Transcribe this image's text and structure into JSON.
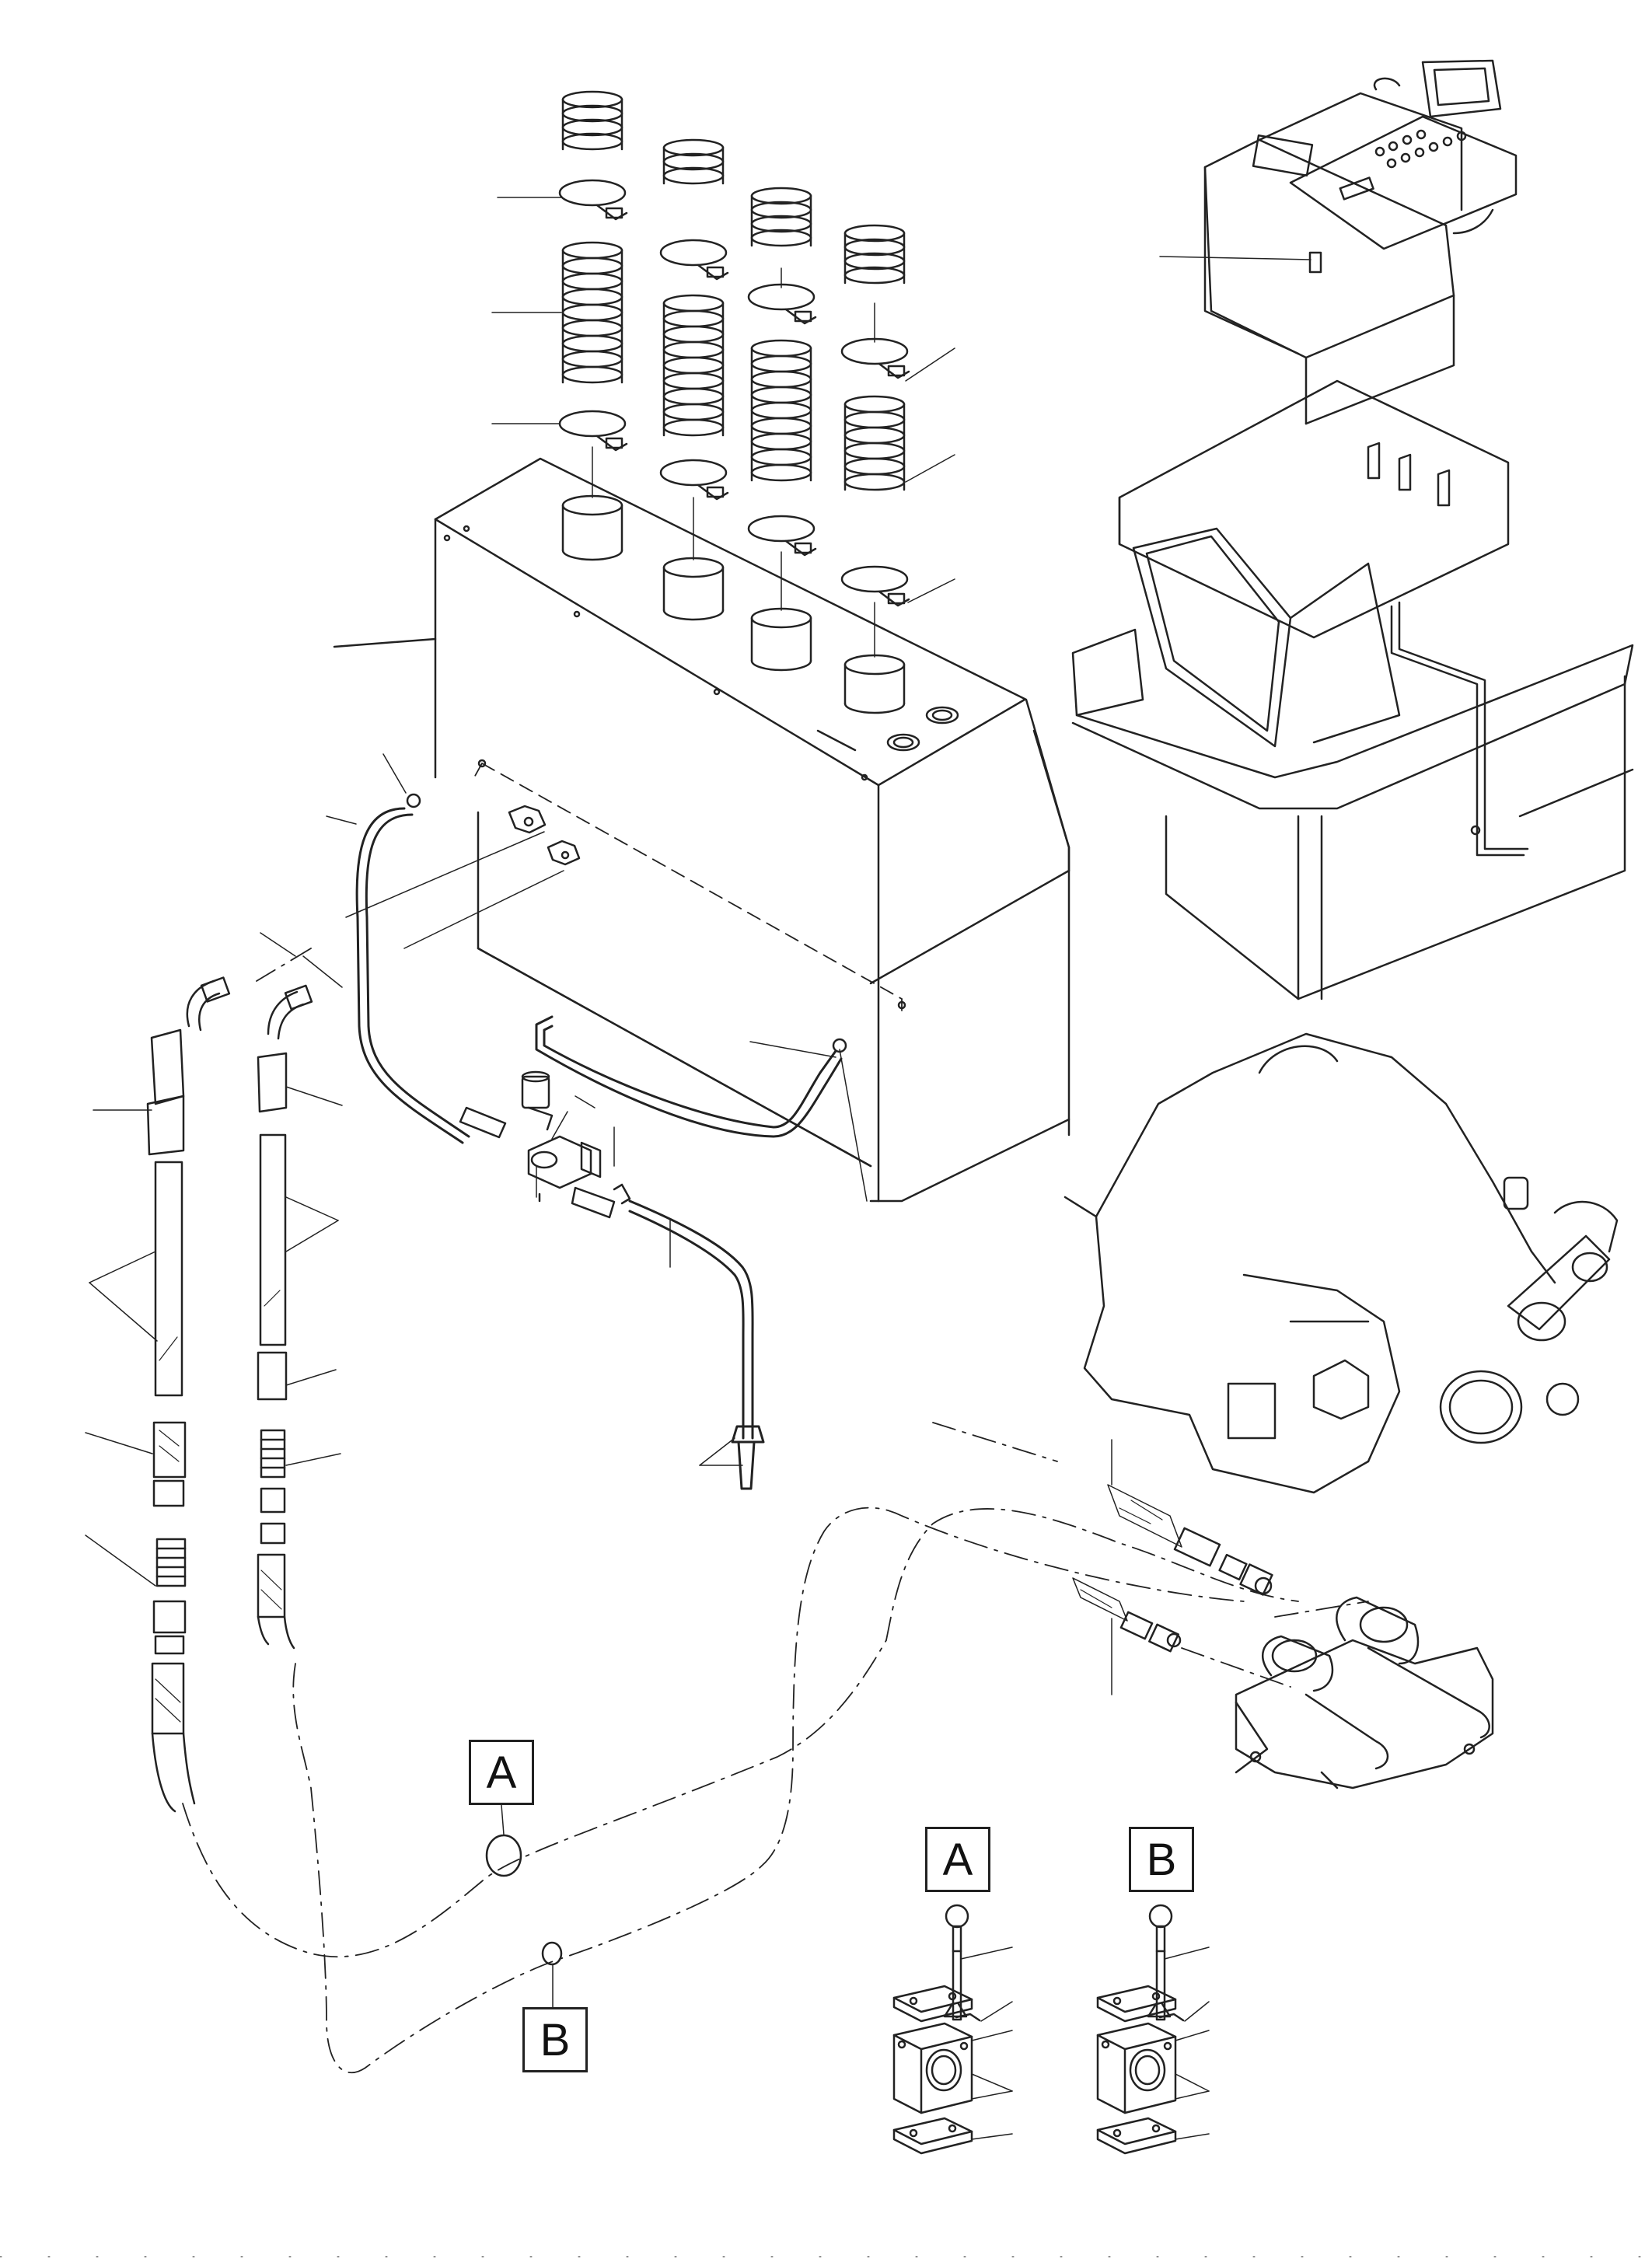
{
  "callouts": {
    "main_a": "A",
    "main_b": "B",
    "detail_a": "A",
    "detail_b": "B"
  },
  "colors": {
    "line": "#222222",
    "background": "#ffffff"
  }
}
